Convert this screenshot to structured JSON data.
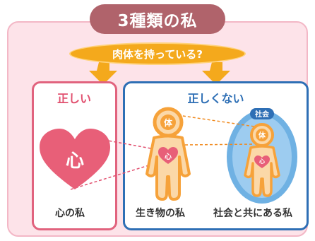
{
  "title": "3種類の私",
  "question": "肉体を持っている?",
  "correct_header": "正しい",
  "incorrect_header": "正しくない",
  "heart_label": "心",
  "body_label": "体",
  "society_label": "社会",
  "captions": {
    "mind": "心の私",
    "living": "生き物の私",
    "social": "社会と共にある私"
  },
  "colors": {
    "title_bg": "#b0636b",
    "question_bg": "#f4a91c",
    "correct": "#e1637e",
    "incorrect": "#2e6fb5",
    "figure": "#f6a23a",
    "heart": "#e85f78",
    "society_halo": "#5fa8e0"
  }
}
